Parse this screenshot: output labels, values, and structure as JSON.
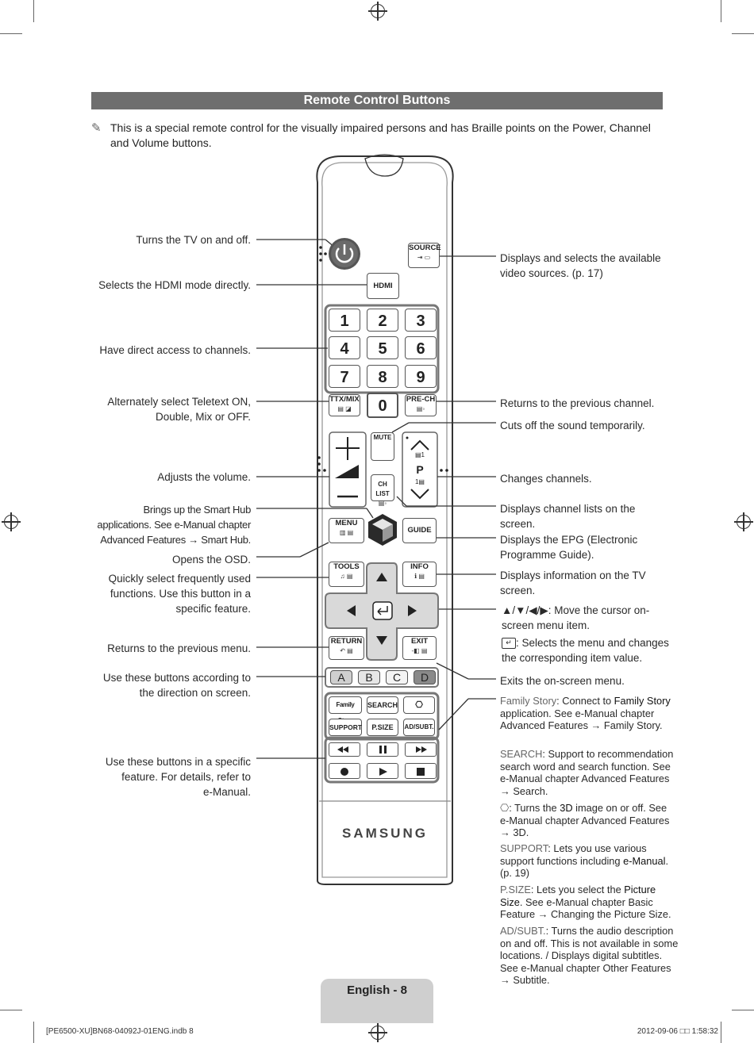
{
  "header": {
    "title": "Remote Control Buttons"
  },
  "note": {
    "icon": "pencil-note-icon",
    "text": "This is a special remote control for the visually impaired persons and has Braille points on the Power, Channel and Volume buttons."
  },
  "remote": {
    "source_label": "SOURCE",
    "hdmi_label": "HDMI",
    "digits": [
      "1",
      "2",
      "3",
      "4",
      "5",
      "6",
      "7",
      "8",
      "9"
    ],
    "zero_label": "0",
    "ttx_label": "TTX/MIX",
    "prech_label": "PRE-CH",
    "mute_label": "MUTE",
    "chlist_label": "CH LIST",
    "ch_p_label": "P",
    "menu_label": "MENU",
    "guide_label": "GUIDE",
    "tools_label": "TOOLS",
    "info_label": "INFO",
    "return_label": "RETURN",
    "exit_label": "EXIT",
    "color_buttons": [
      "A",
      "B",
      "C",
      "D"
    ],
    "family_story_label": "Family Story",
    "search_label": "SEARCH",
    "support_label": "SUPPORT",
    "psize_label": "P.SIZE",
    "adsubt_label": "AD/SUBT.",
    "brand": "SAMSUNG"
  },
  "left_labels": {
    "power": "Turns the TV on and off.",
    "hdmi": "Selects the HDMI mode directly.",
    "channels": "Have direct access to channels.",
    "teletext_1": "Alternately select Teletext ON,",
    "teletext_2": "Double, Mix or OFF.",
    "volume": "Adjusts the volume.",
    "smarthub_1": "Brings up the Smart Hub",
    "smarthub_2": "applications. See e-Manual chapter",
    "smarthub_3": "Advanced Features → Smart Hub.",
    "osd": "Opens the OSD.",
    "tools_1": "Quickly select frequently used",
    "tools_2": "functions. Use this button in a",
    "tools_3": "specific feature.",
    "return": "Returns to the previous menu.",
    "color_1": "Use these buttons according to",
    "color_2": "the direction on screen.",
    "media_1": "Use these buttons in a specific",
    "media_2": "feature. For details, refer to",
    "media_3": "e-Manual."
  },
  "right_labels": {
    "source_1": "Displays and selects the available",
    "source_2": "video sources. (p. 17)",
    "prech": "Returns to the previous channel.",
    "mute": "Cuts off the sound temporarily.",
    "channel": "Changes channels.",
    "chlist_1": "Displays channel lists on the",
    "chlist_2": "screen.",
    "epg_1": "Displays the EPG (Electronic",
    "epg_2": "Programme Guide).",
    "info_1": "Displays information on the TV",
    "info_2": "screen.",
    "cursor_arrows": "▲/▼/◀/▶",
    "cursor_1": ": Move the cursor on-",
    "cursor_2": "screen menu item.",
    "enter_1": ": Selects the menu and changes",
    "enter_2": "the corresponding item value.",
    "exit": "Exits the on-screen menu."
  },
  "descriptions": {
    "family_key": "Family Story",
    "family_a": ": Connect to ",
    "family_b": "Family Story",
    "family_c": " application. See e-Manual chapter Advanced Features → Family Story.",
    "search_key": "SEARCH",
    "search_text": ": Support to recommendation search word and search function. See e-Manual chapter Advanced Features → Search.",
    "threed_a": ": Turns the ",
    "threed_b": "3D",
    "threed_c": " image on or off. See e-Manual chapter Advanced Features → 3D.",
    "support_key": "SUPPORT",
    "support_a": ": Lets you use various support functions including ",
    "support_b": "e-Manual",
    "support_c": ". (p. 19)",
    "psize_key": "P.SIZE",
    "psize_a": ": Lets you select the ",
    "psize_b": "Picture Size",
    "psize_c": ". See e-Manual chapter Basic Feature → Changing the Picture Size.",
    "adsubt_key": "AD/SUBT.",
    "adsubt_text": ": Turns the audio description on and off. This is not available in some locations. / Displays digital subtitles. See e-Manual chapter Other Features → Subtitle."
  },
  "page": {
    "label": "English - 8"
  },
  "footer": {
    "file": "[PE6500-XU]BN68-04092J-01ENG.indb   8",
    "date": "2012-09-06   □□ 1:58:32"
  }
}
